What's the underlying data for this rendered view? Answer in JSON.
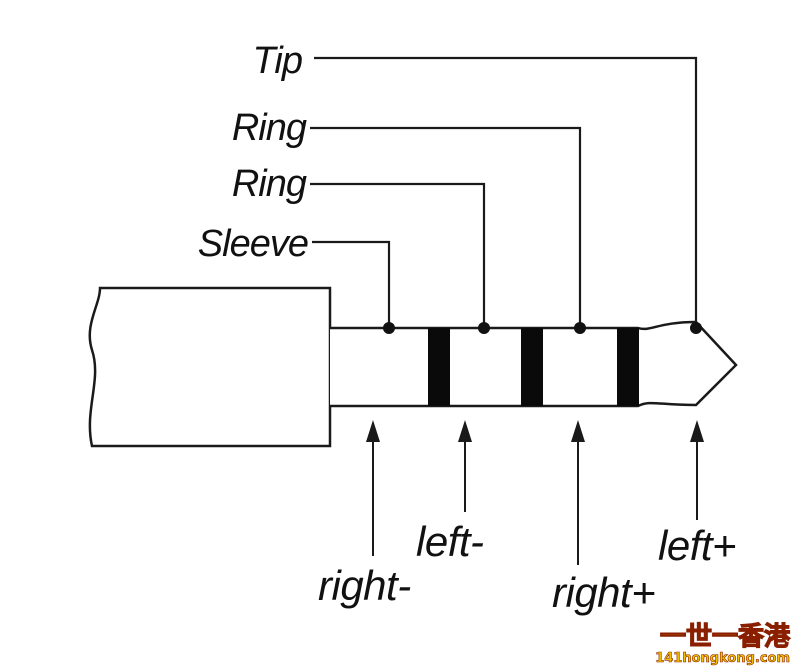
{
  "segments": {
    "tip": "Tip",
    "ring_2": "Ring",
    "ring_1": "Ring",
    "sleeve": "Sleeve"
  },
  "channels": {
    "right_minus": "right-",
    "left_minus": "left-",
    "right_plus": "right+",
    "left_plus": "left+"
  },
  "watermark": {
    "slogan": "一世一香港",
    "site": "141hongkong.com"
  },
  "colors": {
    "line": "#1a1a1a",
    "insulator": "#0a0a0a",
    "watermark_fill": "#f2c200",
    "watermark_stroke": "#8a1f00"
  }
}
